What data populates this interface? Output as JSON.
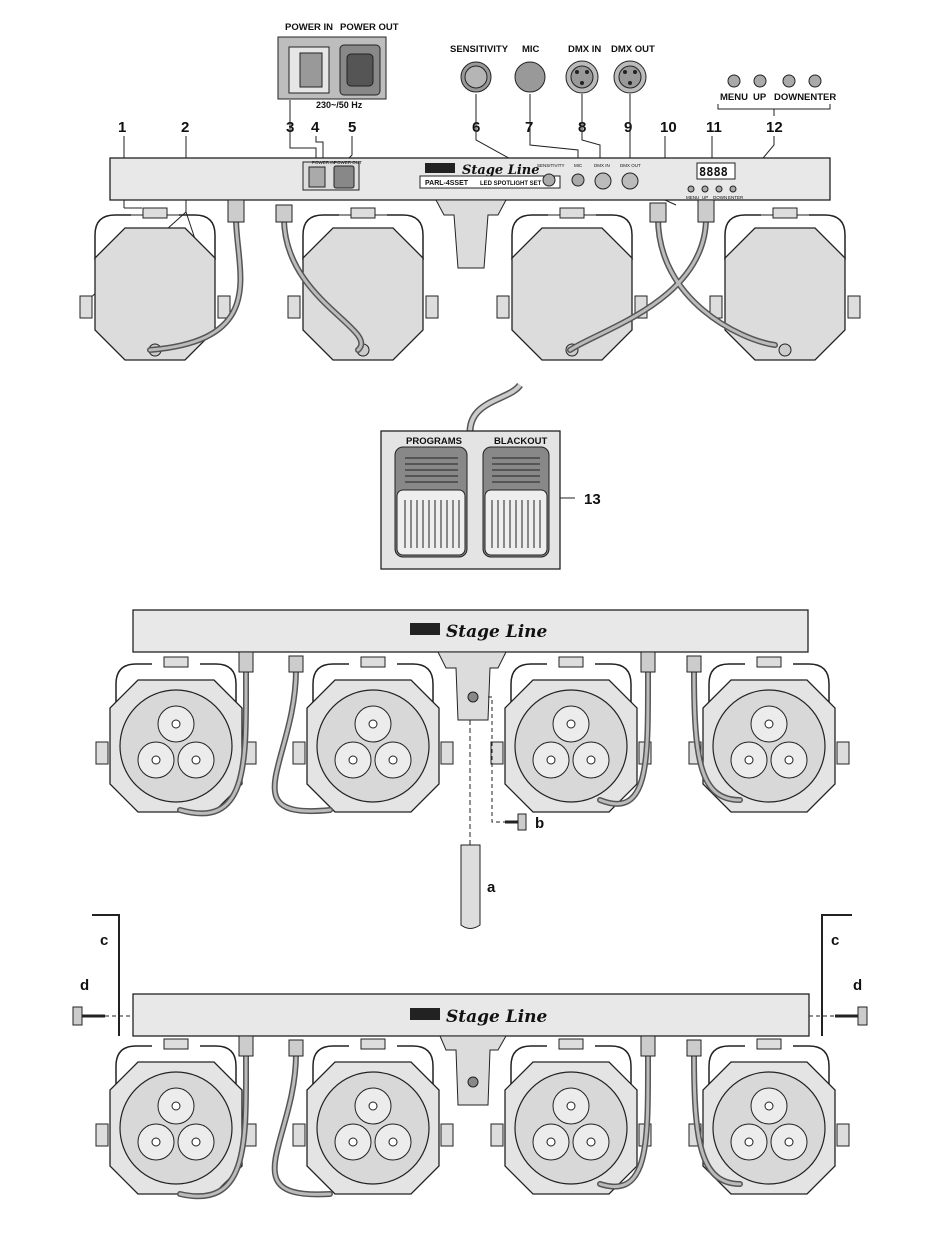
{
  "top_panel": {
    "power_in_label": "POWER IN",
    "power_out_label": "POWER OUT",
    "voltage_label": "230~/50 Hz",
    "sensitivity_label": "SENSITIVITY",
    "mic_label": "MIC",
    "dmx_in_label": "DMX IN",
    "dmx_out_label": "DMX OUT",
    "menu_label": "MENU",
    "up_label": "UP",
    "down_label": "DOWN",
    "enter_label": "ENTER"
  },
  "callouts": [
    "1",
    "2",
    "3",
    "4",
    "5",
    "6",
    "7",
    "8",
    "9",
    "10",
    "11",
    "12",
    "13"
  ],
  "bar": {
    "brand_text": "Stage Line",
    "brand_mark": "img",
    "model_text": "PARL-4SSET",
    "model_sub": "LED SPOTLIGHT SET",
    "display_text": "8888",
    "mini_power_in": "POWER IN",
    "mini_power_out": "POWER OUT",
    "mini_sensitivity": "SENSITIVITY",
    "mini_mic": "MIC",
    "mini_dmx_in": "DMX IN",
    "mini_dmx_out": "DMX OUT",
    "mini_menu": "MENU",
    "mini_up": "UP",
    "mini_down": "DOWN",
    "mini_enter": "ENTER"
  },
  "footswitch": {
    "programs_label": "PROGRAMS",
    "blackout_label": "BLACKOUT"
  },
  "mounting_letters": {
    "a": "a",
    "b": "b",
    "c": "c",
    "d": "d"
  },
  "colors": {
    "panel_fill": "#e8e8e8",
    "dark_fill": "#8a8a8a",
    "line": "#222222"
  }
}
